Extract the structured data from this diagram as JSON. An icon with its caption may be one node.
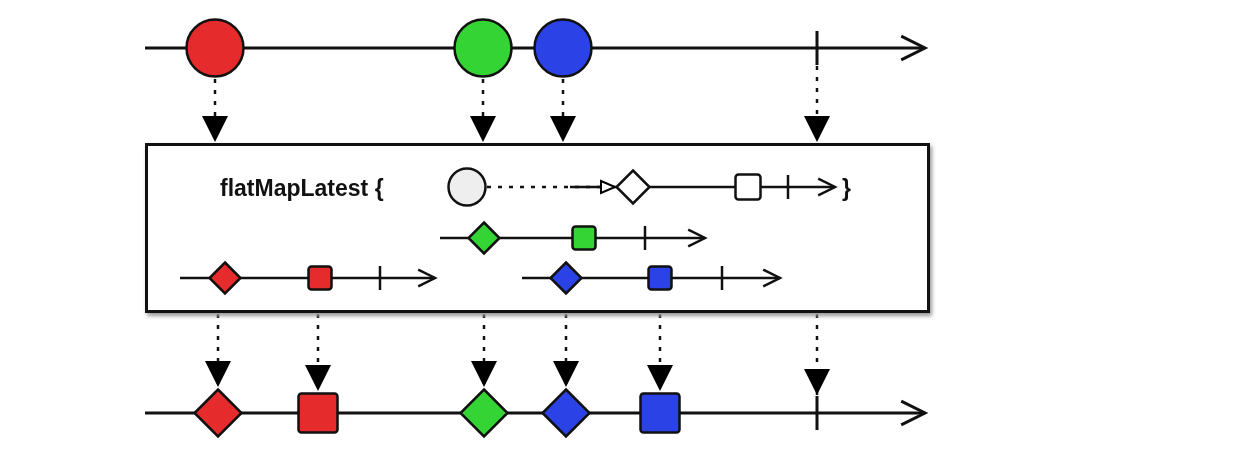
{
  "diagram": {
    "nodes": [
      {
        "text": [],
        "shape": "circle"
      },
      {
        "text": [],
        "shape": "circle"
      },
      {
        "text": [],
        "shape": "circle"
      },
      {
        "text": [],
        "shape": "bar"
      },
      {
        "text": [
          "flatMapLatest {",
          "}"
        ]
      },
      {
        "text": [],
        "shape": "circle",
        "in": 4
      },
      {
        "text": [],
        "shape": "diamond",
        "in": 4
      },
      {
        "text": [],
        "shape": "box",
        "in": 4
      },
      {
        "text": [],
        "shape": "diamond",
        "in": 4
      },
      {
        "text": [],
        "shape": "box",
        "in": 4
      },
      {
        "text": [],
        "shape": "diamond",
        "in": 4
      },
      {
        "text": [],
        "shape": "box",
        "in": 4
      },
      {
        "text": [],
        "shape": "diamond",
        "in": 4
      },
      {
        "text": [],
        "shape": "box",
        "in": 4
      },
      {
        "text": [],
        "shape": "diamond"
      },
      {
        "text": [],
        "shape": "box"
      },
      {
        "text": [],
        "shape": "diamond"
      },
      {
        "text": [],
        "shape": "diamond"
      },
      {
        "text": [],
        "shape": "box"
      },
      {
        "text": [],
        "shape": "bar"
      }
    ],
    "edges": [
      {
        "from": 0,
        "to": 4,
        "arrow": "to",
        "style": "dashed"
      },
      {
        "from": 1,
        "to": 4,
        "arrow": "to",
        "style": "dashed"
      },
      {
        "from": 2,
        "to": 4,
        "arrow": "to",
        "style": "dashed"
      },
      {
        "from": 3,
        "to": 4,
        "arrow": "to",
        "style": "dashed"
      },
      {
        "from": 5,
        "to": 6,
        "arrow": "to",
        "style": "dashed"
      },
      {
        "from": 4,
        "to": 14,
        "arrow": "to",
        "style": "dashed"
      },
      {
        "from": 4,
        "to": 15,
        "arrow": "to",
        "style": "dashed"
      },
      {
        "from": 4,
        "to": 16,
        "arrow": "to",
        "style": "dashed"
      },
      {
        "from": 4,
        "to": 17,
        "arrow": "to",
        "style": "dashed"
      },
      {
        "from": 4,
        "to": 18,
        "arrow": "to",
        "style": "dashed"
      },
      {
        "from": 4,
        "to": 19,
        "arrow": "to",
        "style": "dashed"
      }
    ]
  }
}
